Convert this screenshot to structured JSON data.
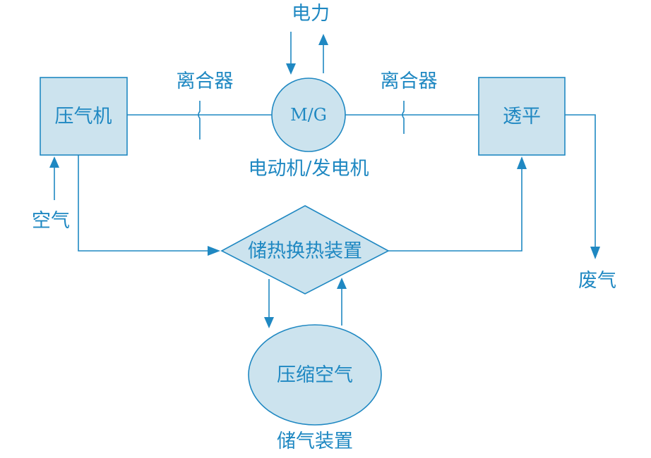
{
  "colors": {
    "stroke": "#1f88c2",
    "fill": "#cce3ee",
    "text": "#1f88c2"
  },
  "nodes": {
    "compressor": "压气机",
    "motor_generator": "M/G",
    "turbine": "透平",
    "heat_storage_exchanger": "储热换热装置",
    "compressed_air": "压缩空气"
  },
  "labels": {
    "power": "电力",
    "clutch_left": "离合器",
    "clutch_right": "离合器",
    "motor_generator_caption": "电动机/发电机",
    "air": "空气",
    "exhaust": "废气",
    "gas_storage_caption": "储气装置"
  }
}
